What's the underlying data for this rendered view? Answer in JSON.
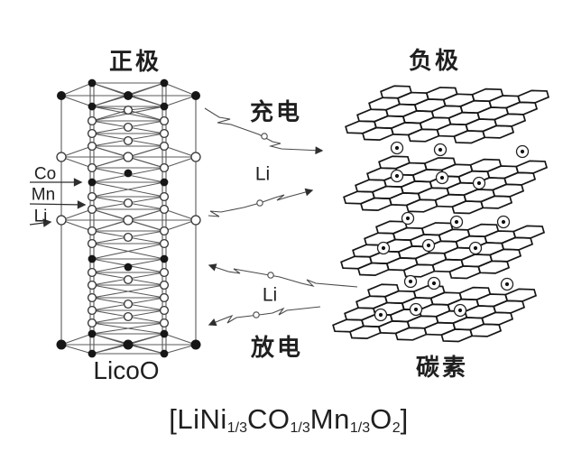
{
  "diagram": {
    "positive": {
      "title": "正极",
      "caption": "LicoO"
    },
    "negative": {
      "title": "负极",
      "caption": "碳素"
    },
    "atom_labels": {
      "co": "Co",
      "mn": "Mn",
      "li": "Li"
    },
    "charge": {
      "label": "充电",
      "ion": "Li"
    },
    "discharge": {
      "label": "放电",
      "ion": "Li"
    },
    "formula": {
      "p1": "[LiNi",
      "s1": "1/3",
      "p2": "CO",
      "s2": "1/3",
      "p3": "Mn",
      "s3": "1/3",
      "p4": "O",
      "s4": "2",
      "p5": "]"
    }
  },
  "colors": {
    "background": "#ffffff",
    "ink": "#1f1f1f",
    "crystal_line": "#5a5a5a",
    "sheet_line": "#161616",
    "arrow_line": "#4a4a4a"
  }
}
